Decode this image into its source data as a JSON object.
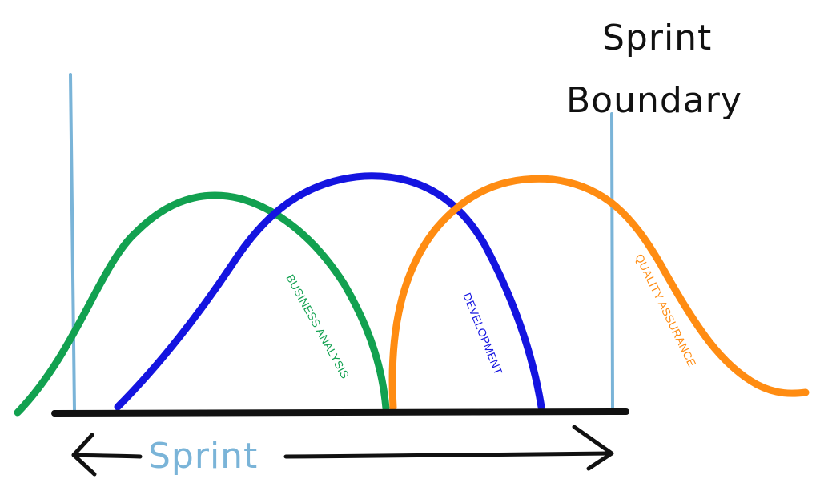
{
  "diagram": {
    "boundary_label": {
      "line1": "Sprint",
      "line2": "Boundary"
    },
    "sprint_label": "Sprint",
    "curves": [
      {
        "id": "business-analysis",
        "label": "BUSINESS ANALYSIS",
        "color": "#12A150"
      },
      {
        "id": "development",
        "label": "DEVELOPMENT",
        "color": "#1414E0"
      },
      {
        "id": "quality-assurance",
        "label": "QUALITY ASSURANCE",
        "color": "#FF8C12"
      }
    ],
    "colors": {
      "boundary_line": "#7AB4D8",
      "baseline": "#111111",
      "sprint_text": "#7AB4D8",
      "arrow": "#111111",
      "boundary_text": "#111111"
    }
  }
}
